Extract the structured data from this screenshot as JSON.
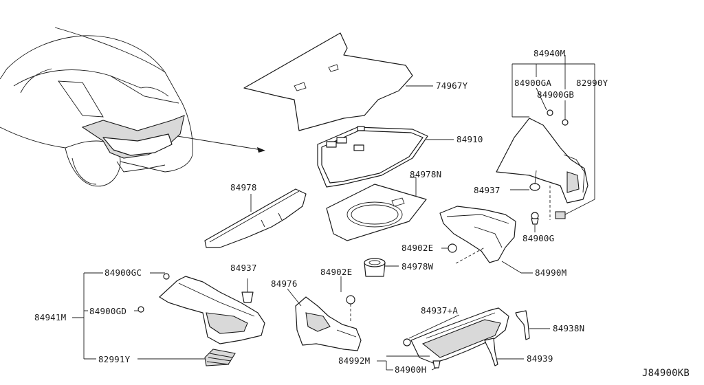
{
  "diagram": {
    "reference_code": "J84900KB",
    "callouts": [
      {
        "id": "l74967Y",
        "text": "74967Y"
      },
      {
        "id": "l84910",
        "text": "84910"
      },
      {
        "id": "l84978N",
        "text": "84978N"
      },
      {
        "id": "l84978",
        "text": "84978"
      },
      {
        "id": "l84940M",
        "text": "84940M"
      },
      {
        "id": "l84900GA",
        "text": "84900GA"
      },
      {
        "id": "l84900GB",
        "text": "84900GB"
      },
      {
        "id": "l82990Y",
        "text": "82990Y"
      },
      {
        "id": "l84937a",
        "text": "84937"
      },
      {
        "id": "l84900G",
        "text": "84900G"
      },
      {
        "id": "l84902Ea",
        "text": "84902E"
      },
      {
        "id": "l84978W",
        "text": "84978W"
      },
      {
        "id": "l84990M",
        "text": "84990M"
      },
      {
        "id": "l84900GC",
        "text": "84900GC"
      },
      {
        "id": "l84937b",
        "text": "84937"
      },
      {
        "id": "l84941M",
        "text": "84941M"
      },
      {
        "id": "l84900GD",
        "text": "84900GD"
      },
      {
        "id": "l82991Y",
        "text": "82991Y"
      },
      {
        "id": "l84976",
        "text": "84976"
      },
      {
        "id": "l84902Eb",
        "text": "84902E"
      },
      {
        "id": "l84937A",
        "text": "84937+A"
      },
      {
        "id": "l84938N",
        "text": "84938N"
      },
      {
        "id": "l84992M",
        "text": "84992M"
      },
      {
        "id": "l84939",
        "text": "84939"
      },
      {
        "id": "l84900H",
        "text": "84900H"
      }
    ]
  }
}
